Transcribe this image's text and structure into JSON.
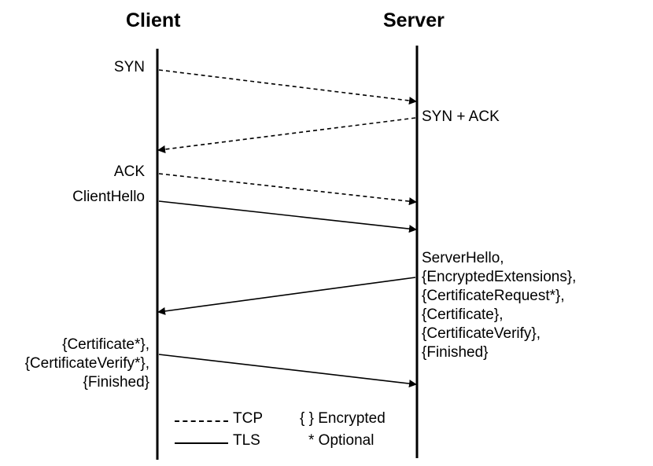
{
  "headers": {
    "client": "Client",
    "server": "Server"
  },
  "messages": {
    "syn": "SYN",
    "syn_ack": "SYN + ACK",
    "ack": "ACK",
    "client_hello": "ClientHello",
    "server_flight": [
      "ServerHello,",
      "{EncryptedExtensions},",
      "{CertificateRequest*},",
      "{Certificate},",
      "{CertificateVerify},",
      "{Finished}"
    ],
    "client_flight": [
      "{Certificate*},",
      "{CertificateVerify*},",
      "{Finished}"
    ]
  },
  "legend": {
    "tcp": "TCP",
    "tls": "TLS",
    "encrypted": "{ } Encrypted",
    "optional": "* Optional"
  },
  "colors": {
    "line": "#000000",
    "background": "#ffffff"
  }
}
